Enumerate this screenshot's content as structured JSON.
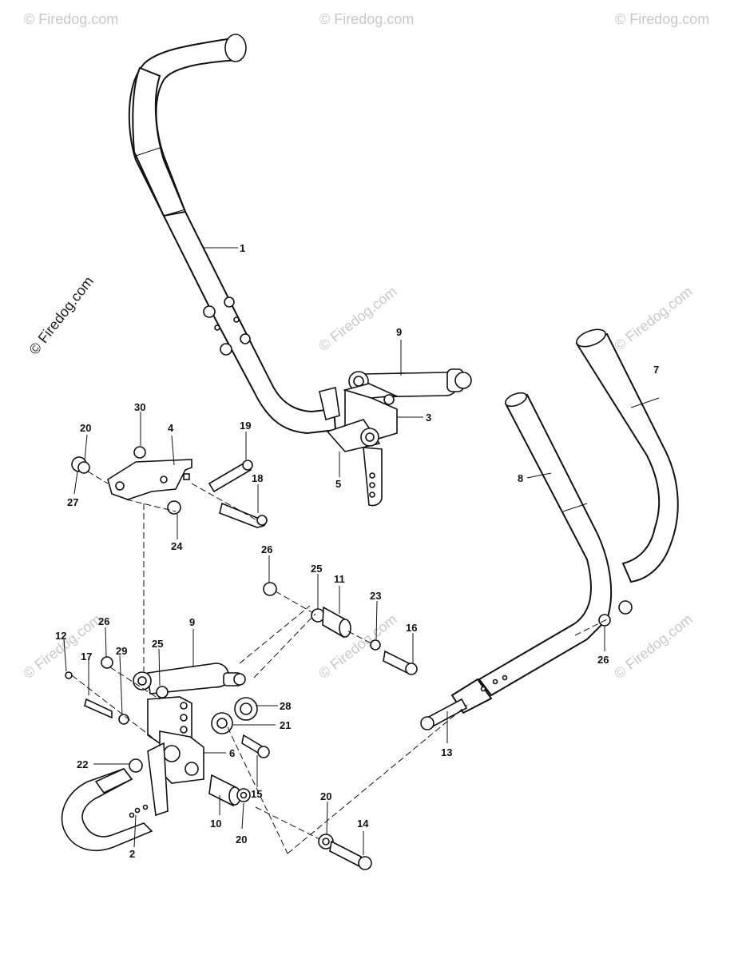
{
  "watermark": {
    "text": "© Firedog.com",
    "color_main": "#222222",
    "color_faint": "#c8c8c8"
  },
  "callouts": {
    "c1": "1",
    "c2": "2",
    "c3": "3",
    "c4": "4",
    "c5": "5",
    "c6": "6",
    "c7": "7",
    "c8": "8",
    "c9a": "9",
    "c9b": "9",
    "c10": "10",
    "c11": "11",
    "c12": "12",
    "c13": "13",
    "c14": "14",
    "c15": "15",
    "c16": "16",
    "c17": "17",
    "c18": "18",
    "c19": "19",
    "c20a": "20",
    "c20b": "20",
    "c20c": "20",
    "c21": "21",
    "c22": "22",
    "c23": "23",
    "c24": "24",
    "c25a": "25",
    "c25b": "25",
    "c26a": "26",
    "c26b": "26",
    "c26c": "26",
    "c27": "27",
    "c28": "28",
    "c29": "29",
    "c30": "30"
  }
}
